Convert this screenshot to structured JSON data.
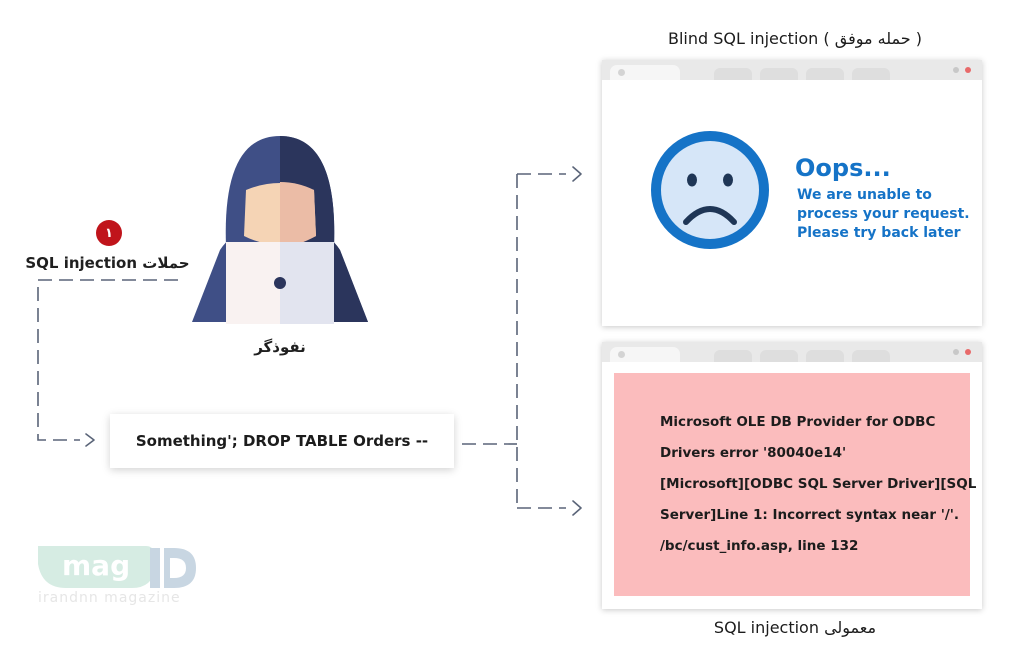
{
  "attack": {
    "step_number": "۱",
    "label": "حملات SQL injection"
  },
  "hacker": {
    "label": "نفوذگر"
  },
  "payload": {
    "text": "Something'; DROP TABLE Orders --"
  },
  "blind": {
    "caption": "Blind SQL injection ( حمله موفق )",
    "oops_title": "Oops...",
    "message_lines": [
      "We are unable to",
      "process your request.",
      "Please try back later"
    ]
  },
  "normal": {
    "caption": "SQL injection معمولی",
    "error_lines": [
      "Microsoft OLE DB Provider for ODBC",
      "Drivers error '80040e14'",
      "[Microsoft][ODBC SQL Server Driver][SQL",
      "Server]Line 1: Incorrect syntax near '/'.",
      "/bc/cust_info.asp, line 132"
    ]
  },
  "logo": {
    "mark": "mag",
    "subtitle": "irandnn magazine"
  },
  "colors": {
    "accent_blue": "#1573c7",
    "face_fill": "#d6e6f8",
    "error_bg": "#fbbcbd",
    "badge_red": "#c0141b",
    "hood_light": "#3f4f86",
    "hood_dark": "#2b355c",
    "connector": "#5a6478"
  },
  "icons": [
    "hacker-icon",
    "sad-face-icon",
    "arrow-right-icon",
    "logo-mark"
  ]
}
